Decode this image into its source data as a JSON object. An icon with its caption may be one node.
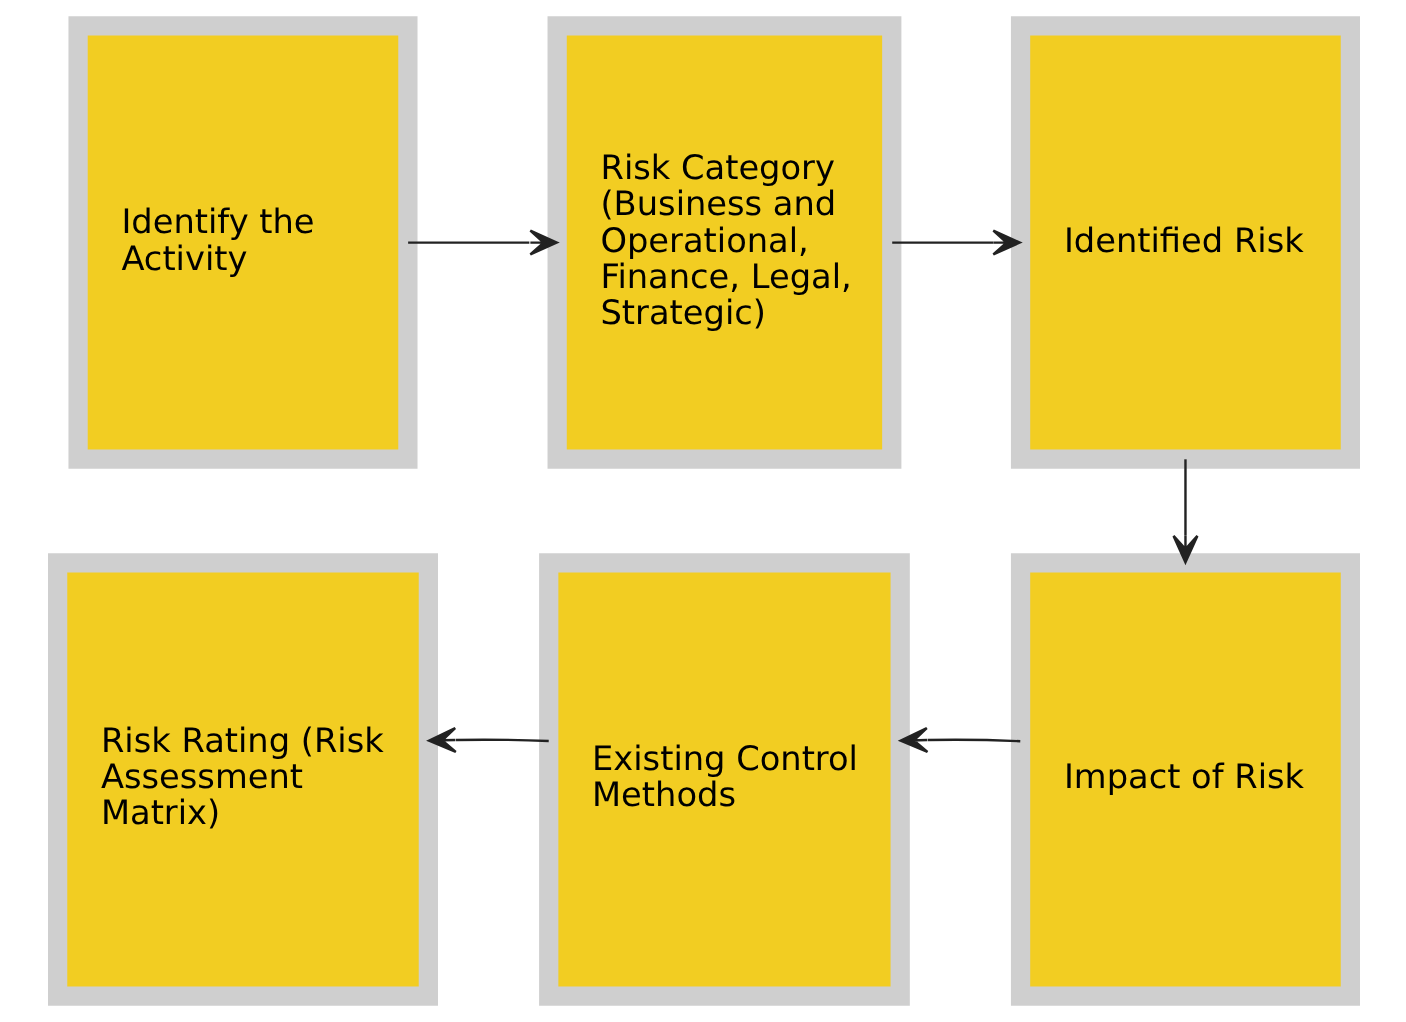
{
  "diagram": {
    "nodes": [
      {
        "text": [
          "Identify the Activity"
        ]
      },
      {
        "text": [
          "Risk Category (Business and Operational, Finance, Legal, Strategic)"
        ]
      },
      {
        "text": [
          "Identified Risk"
        ]
      },
      {
        "text": [
          "Risk Rating (Risk Assessment Matrix)"
        ]
      },
      {
        "text": [
          "Existing Control Methods"
        ]
      },
      {
        "text": [
          "Impact of Risk"
        ]
      }
    ],
    "edges": [
      {
        "from": 0,
        "to": 1,
        "arrow": "to"
      },
      {
        "from": 1,
        "to": 2,
        "arrow": "to"
      },
      {
        "from": 2,
        "to": 5,
        "arrow": "to"
      },
      {
        "from": 5,
        "to": 4,
        "arrow": "to"
      },
      {
        "from": 4,
        "to": 3,
        "arrow": "to"
      }
    ]
  }
}
